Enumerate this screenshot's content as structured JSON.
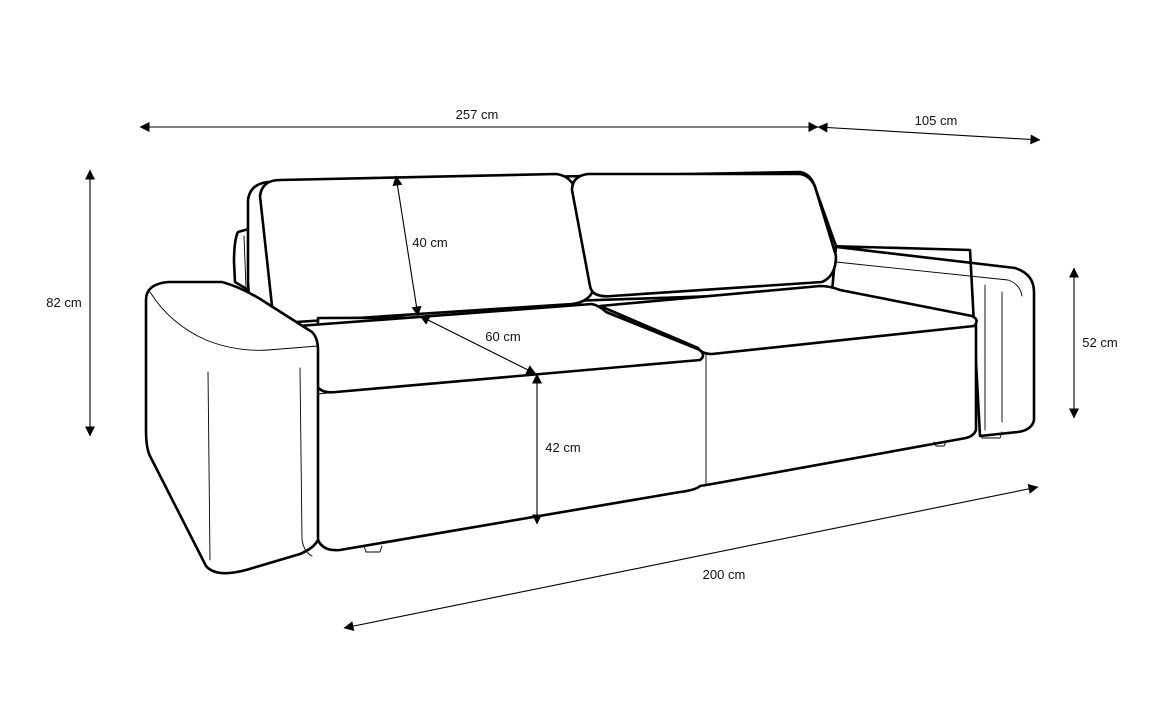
{
  "dimensions": {
    "total_width": "257 cm",
    "total_depth": "105 cm",
    "total_height": "82 cm",
    "armrest_height": "52 cm",
    "backrest_height": "40 cm",
    "seat_depth": "60 cm",
    "seat_height": "42 cm",
    "seat_width": "200 cm"
  }
}
